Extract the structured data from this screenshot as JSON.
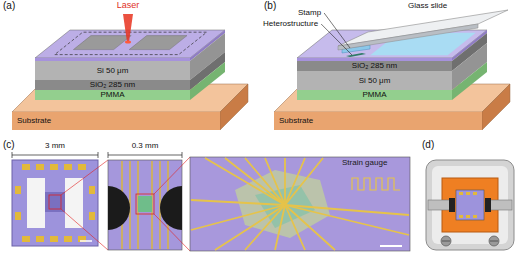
{
  "diagram": {
    "nodes": [
      {
        "text": [
          "Si 50 μm"
        ]
      },
      {
        "text": [
          "SiO₂ 285 nm"
        ]
      },
      {
        "text": [
          "PMMA"
        ]
      },
      {
        "text": [
          "Substrate"
        ]
      },
      {
        "text": [
          "SiO₂ 285 nm"
        ]
      },
      {
        "text": [
          "Si 50 μm"
        ]
      },
      {
        "text": [
          "PMMA"
        ]
      },
      {
        "text": [
          "Substrate"
        ]
      }
    ],
    "labels": [
      "(a)",
      "Laser",
      "(b)",
      "Glass slide",
      "Stamp",
      "Heterostructure",
      "(c)",
      "3 mm",
      "0.3 mm",
      "Strain gauge",
      "(d)"
    ]
  }
}
